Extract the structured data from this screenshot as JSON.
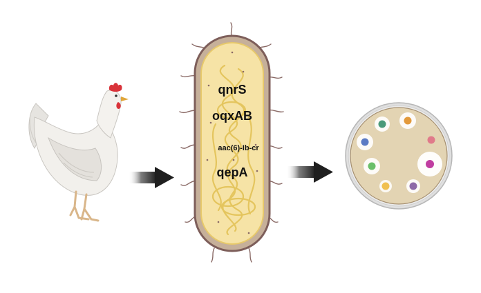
{
  "genes": [
    "qnrS",
    "oqxAB",
    "aac(6)-Ib-cr",
    "qepA"
  ],
  "icons": {
    "source": "chicken-icon",
    "bacterium": "bacterium-icon",
    "culture": "petri-dish-icon"
  },
  "colors": {
    "arrow": "#1f1f1f",
    "bacterium_fill": "#f6e3a6",
    "bacterium_wall": "#8a6a66",
    "dna": "#e7c96a",
    "agar": "#e3d4b3",
    "colonies": [
      "#4a9a7a",
      "#e39a3c",
      "#5b7bc4",
      "#e07a8a",
      "#6abf6a",
      "#c03da0",
      "#f0c050",
      "#8e6aa8"
    ]
  }
}
